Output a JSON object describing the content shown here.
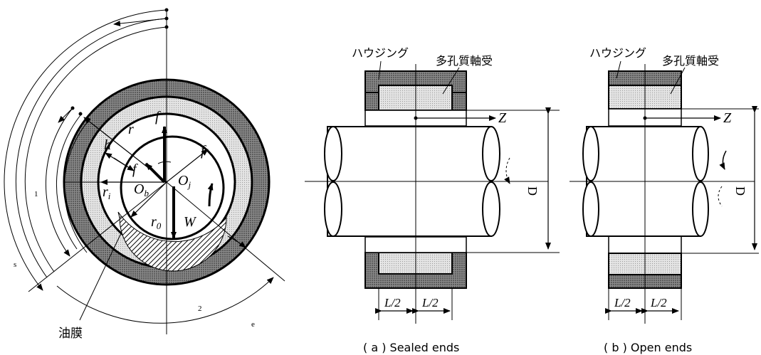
{
  "bearing_cross_section": {
    "symbols": {
      "r": "r",
      "h": "h",
      "f_top": "f",
      "f_right": "f",
      "f_left": "f",
      "r_i": "r",
      "r_i_sub": "i",
      "O_b": "O",
      "O_b_sub": "b",
      "O_j": "O",
      "O_j_sub": "j",
      "r_0": "r",
      "r_0_sub": "0",
      "W": "W"
    },
    "region_labels": {
      "label_1": "1",
      "label_s": "s",
      "label_2": "2",
      "label_e": "e"
    },
    "oil_film_label": "油膜"
  },
  "panel_a": {
    "housing_label": "ハウジング",
    "bearing_label": "多孔質軸受",
    "axis_label": "Z",
    "diameter_label": "D",
    "half_length_left": "L/2",
    "half_length_right": "L/2",
    "caption": "( a ) Sealed ends"
  },
  "panel_b": {
    "housing_label": "ハウジング",
    "bearing_label": "多孔質軸受",
    "axis_label": "Z",
    "diameter_label": "D",
    "half_length_left": "L/2",
    "half_length_right": "L/2",
    "caption": "( b ) Open ends"
  },
  "colors": {
    "line": "#000000",
    "housing_fill": "#6e6e6e",
    "bearing_fill": "#d6d6d6",
    "background": "#ffffff"
  }
}
